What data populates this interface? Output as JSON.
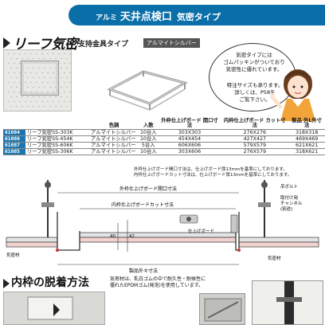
{
  "banner": {
    "prefix": "アルミ",
    "title": "天井点検口",
    "suffix": "気密タイプ"
  },
  "product": {
    "title": "リーフ気密",
    "subtitle": "支持金具タイプ",
    "finish_badge": "アルマイトシルバー"
  },
  "bubble": {
    "line1": "気密タイプには",
    "line2": "ゴムパッキンがついており",
    "line3": "気密性に優れています。",
    "line4": "特注サイズも承ります。",
    "line5": "詳しくは、P58を",
    "line6": "ご覧下さい。"
  },
  "table": {
    "headers": {
      "color": "色調",
      "qty": "入数",
      "opening": "外枠仕上げボード 開口寸法",
      "cut": "内枠仕上げボード カット寸法",
      "product": "製品 外L外寸法"
    },
    "rows": [
      {
        "code": "61084",
        "name": "リーフ気密SS-303K",
        "color": "アルマイトシルバー",
        "qty": "10台入",
        "opening": "303X303",
        "cut": "276X276",
        "size": "318X318"
      },
      {
        "code": "61086",
        "name": "リーフ気密SS-454K",
        "color": "アルマイトシルバー",
        "qty": "10台入",
        "opening": "454X454",
        "cut": "427X427",
        "size": "469X469"
      },
      {
        "code": "61087",
        "name": "リーフ気密SS-606K",
        "color": "アルマイトシルバー",
        "qty": "5台入",
        "opening": "606X606",
        "cut": "579X579",
        "size": "621X621"
      },
      {
        "code": "61085",
        "name": "リーフ気密SS-306K",
        "color": "アルマイトシルバー",
        "qty": "10台入",
        "opening": "303X606",
        "cut": "276X579",
        "size": "318X621"
      }
    ]
  },
  "note": {
    "line1": "外枠仕上げボード開口寸法は、仕上げボード厚13mmを基準にしております。",
    "line2": "内枠仕上げボードカット寸法は、仕上げボード厚13mmを基準にしております。"
  },
  "diagram": {
    "label_outer": "外枠仕上げボード開口寸法",
    "label_inner": "内枠仕上げボードカット寸法",
    "label_finish_board": "仕上げボード",
    "label_product": "製品外々寸法",
    "label_hanger": "吊ボルト",
    "label_channel1": "取付け用",
    "label_channel2": "チャンネル",
    "label_channel3": "(別途)",
    "label_packing": "気密材",
    "label_packing_right": "気密材",
    "label_42": "42",
    "label_40": "40"
  },
  "bottom": {
    "title": "内枠の脱着方法",
    "note1": "気密材は、乳白ゴムの中で耐久性・耐候性に",
    "note2": "優れたEPDMゴム(発泡)を使用しています。"
  }
}
